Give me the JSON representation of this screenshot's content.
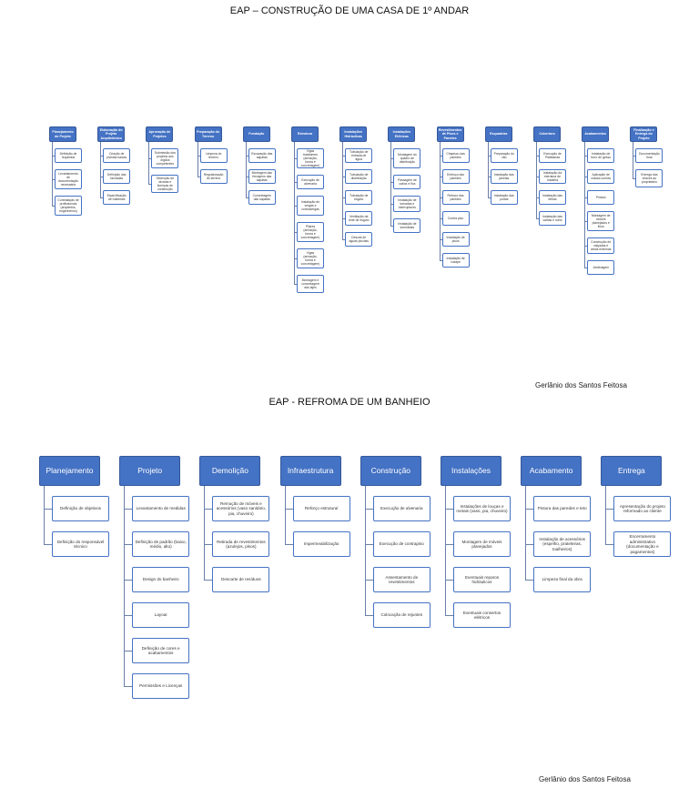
{
  "wbs1": {
    "title": "EAP – CONSTRUÇÃO DE UMA CASA DE 1º ANDAR",
    "author": "Gerlânio dos Santos Feitosa",
    "columns": [
      {
        "label": "Planejamento do Projeto",
        "items": [
          "Definição de requisitos",
          "Levantamento de documentação necessária",
          "Contratação de profissionais (arquitetos, engenheiros)"
        ]
      },
      {
        "label": "Elaboração do Projeto Arquitetônico",
        "items": [
          "Criação de plantas baixas",
          "Definição das fachadas",
          "Especificação de materiais"
        ]
      },
      {
        "label": "Aprovação de Projetos",
        "items": [
          "Submissão dos projetos aos órgãos competentes",
          "Obtenção de alvarás e licenças de construção"
        ]
      },
      {
        "label": "Preparação do Terreno",
        "items": [
          "Limpeza do terreno",
          "Regularização do terreno"
        ]
      },
      {
        "label": "Fundação",
        "items": [
          "Escavação das sapatas",
          "Montagem das ferragens das sapatas",
          "Concretagem das sapatas"
        ]
      },
      {
        "label": "Estrutura",
        "items": [
          "Vigas baldrames (armação, forma e concretagem)",
          "Execução de alvenaria",
          "Instalação de vergas e contravergas",
          "Pilares (armação, forma e concretagem)",
          "Vigas (armação, forma e concretagem)",
          "Montagem e concretagem das lajes"
        ]
      },
      {
        "label": "Instalações Hidráulicas",
        "items": [
          "Tubulação de entrada de água",
          "Tubulação de distribuição",
          "Tubulação de esgoto",
          "Ventilação da rede de esgoto",
          "Descas de águas pluviais"
        ]
      },
      {
        "label": "Instalações Elétricas",
        "items": [
          "Montagem do quadro de distribuição",
          "Passagem de cabos e fios",
          "Instalação de tomadas e interruptores",
          "Instalação de luminárias"
        ]
      },
      {
        "label": "Revestimentos de Pisos e Paredes",
        "items": [
          "Chapisco das paredes",
          "Emboço das paredes",
          "Reboco das paredes",
          "Contra piso",
          "Instalação de pisos",
          "Instalação de rodapé"
        ]
      },
      {
        "label": "Esquadrias",
        "items": [
          "Preparação do vão",
          "Instalação das janelas",
          "Instalação das portas"
        ]
      },
      {
        "label": "Cobertura",
        "items": [
          "Execução de Platibanda",
          "Instalação da estrutura de madeira",
          "Instalação das telhas",
          "Instalação das calhas e rufos"
        ]
      },
      {
        "label": "Acabamentos",
        "items": [
          "Instalação de forro de gesso",
          "Aplicação de massa corrida",
          "Pintura",
          "Montagem de móveis planejados e fixos",
          "Construção de calçadas e áreas externas",
          "Jardinagem"
        ]
      },
      {
        "label": "Finalização e Entrega do Projeto",
        "items": [
          "Documentação final",
          "Entrega das chaves ao proprietário"
        ]
      }
    ]
  },
  "wbs2": {
    "title": "EAP - REFROMA DE UM BANHEIO",
    "author": "Gerlânio dos Santos Feitosa",
    "columns": [
      {
        "label": "Planejamento",
        "items": [
          "Definição de objetivos",
          "Definição do responsável técnico"
        ]
      },
      {
        "label": "Projeto",
        "items": [
          "Levantamento de medidas",
          "Definição de padrão (baixo, médio, alto)",
          "Design do banheiro",
          "Layout",
          "Definição de cores e acabamentos",
          "Permissões e Licenças"
        ]
      },
      {
        "label": "Demolição",
        "items": [
          "Remoção de móveis e acessórios (vaso sanitário, pia, chuveiro)",
          "Retirada de revestimentos (azulejos, pisos)",
          "Descarte de resíduos"
        ]
      },
      {
        "label": "Infraestrutura",
        "items": [
          "Reforço estrutural",
          "Impermeabilização"
        ]
      },
      {
        "label": "Construção",
        "items": [
          "Execução de alvenaria",
          "Execução de contrapiso",
          "Assentamento de revestimentos",
          "Colocação de rejuntes"
        ]
      },
      {
        "label": "Instalações",
        "items": [
          "Instalações de louças e metais (vaso, pia, chuveiro)",
          "Montagem de móveis planejados",
          "Eventuais reparos hidráulicos",
          "Eventuais consertos elétricos"
        ]
      },
      {
        "label": "Acabamento",
        "items": [
          "Pintura das paredes e teto",
          "Instalação de acessórios (espelho, prateleiras, toalheiros)",
          "Limpeza final da obra"
        ]
      },
      {
        "label": "Entrega",
        "items": [
          "Apresentação do projeto reformado ao cliente",
          "Encerramento administrativo (documentação e pagamentos)"
        ]
      }
    ]
  }
}
